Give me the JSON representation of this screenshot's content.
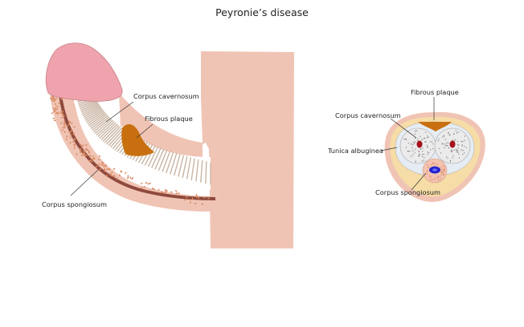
{
  "title": "Peyronie’s disease",
  "longitudinal_view": {
    "labels": {
      "corpus_cavernosum": "Corpus cavernosum",
      "fibrous_plaque": "Fibrous plaque",
      "corpus_spongiosum": "Corpus spongiosum"
    }
  },
  "cross_section_view": {
    "labels": {
      "fibrous_plaque": "Fibrous plaque",
      "corpus_cavernosum": "Corpus cavernosum",
      "tunica_albuginea": "Tunica albuginea",
      "corpus_spongiosum": "Corpus spongiosum"
    }
  },
  "colors": {
    "skin": "#f0c4b4",
    "glans": "#eea3ad",
    "glans_edge": "#c9808a",
    "plaque": "#c8700f",
    "urethra_band": "#8e4a3d",
    "tissue_dots": "#d98a63",
    "cavernosum_fill": "#ebebeb",
    "trabeculae": "#c9b4a3",
    "tunica": "#f6dca6",
    "artery": "#a5101a",
    "urethra_lumen": "#2222cc"
  }
}
